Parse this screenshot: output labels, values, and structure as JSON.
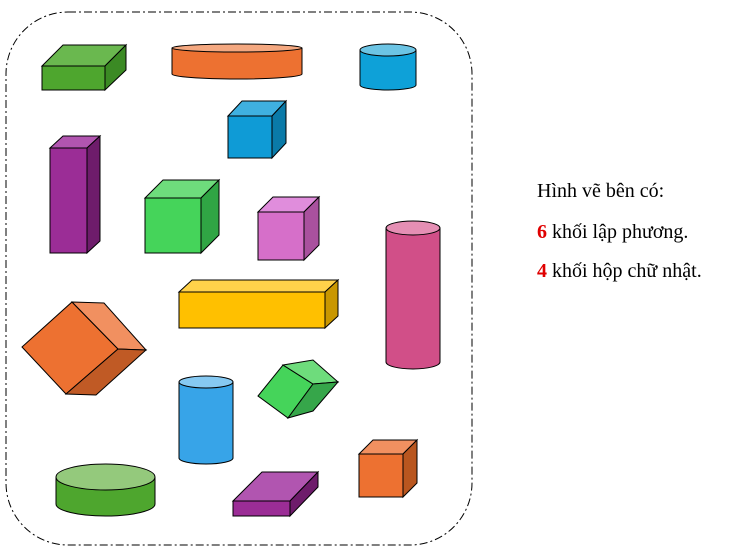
{
  "caption": {
    "intro": "Hình vẽ bên có:",
    "line1": {
      "count": "6",
      "text": " khối lập phương."
    },
    "line2": {
      "count": "4",
      "text": " khối hộp chữ nhật."
    }
  },
  "colors": {
    "count_highlight": "#e00000"
  }
}
